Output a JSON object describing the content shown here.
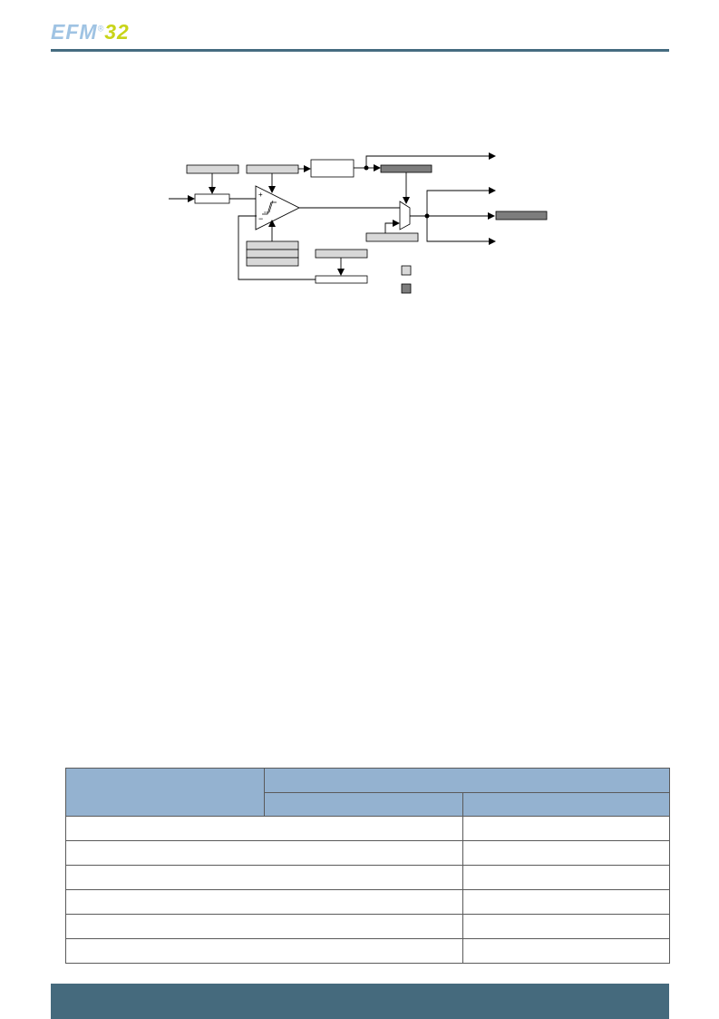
{
  "header": {
    "logo_efm": "EFM",
    "logo_reg": "®",
    "logo_num": "32",
    "rule_color": "#456c80"
  },
  "legend": {
    "items": [
      {
        "name": "register-field-swatch",
        "color": "#d8d8d8"
      },
      {
        "name": "status-field-swatch",
        "color": "#7d7d7d"
      }
    ]
  },
  "table": {
    "header_color": "#94b2d0",
    "rows": 6
  },
  "footer": {
    "bar_color": "#456a7d"
  }
}
